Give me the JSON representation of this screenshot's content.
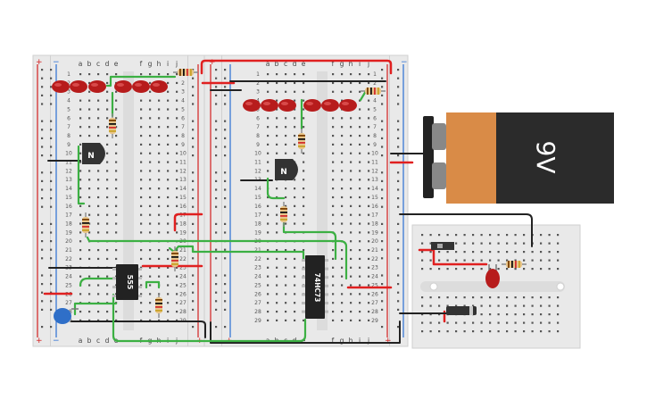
{
  "colors": {
    "board": "#e9e9e9",
    "board_divider": "#d8d8d8",
    "rail_red": "#d42020",
    "rail_blue": "#2a6fd4",
    "hole": "#555555",
    "wire_green": "#3cb043",
    "wire_black": "#222222",
    "wire_red": "#e02020",
    "led_red": "#b71c1c",
    "ic_body": "#222222",
    "battery_orange": "#d98b47",
    "battery_black": "#2b2b2b"
  },
  "breadboard_left": {
    "col_labels_left": [
      "a",
      "b",
      "c",
      "d",
      "e"
    ],
    "col_labels_right": [
      "f",
      "g",
      "h",
      "i",
      "j"
    ],
    "rail_plus": "+",
    "rail_minus": "−",
    "rows": [
      "1",
      "2",
      "3",
      "4",
      "5",
      "6",
      "7",
      "8",
      "9",
      "10",
      "11",
      "12",
      "13",
      "14",
      "15",
      "16",
      "17",
      "18",
      "19",
      "20",
      "21",
      "22",
      "23",
      "24",
      "25",
      "26",
      "27",
      "28",
      "29"
    ]
  },
  "breadboard_right": {
    "col_labels_left": [
      "a",
      "b",
      "c",
      "d",
      "e"
    ],
    "col_labels_right": [
      "f",
      "g",
      "h",
      "i",
      "j"
    ],
    "rail_plus": "+",
    "rail_minus": "−",
    "rows": [
      "1",
      "2",
      "3",
      "4",
      "5",
      "6",
      "7",
      "8",
      "9",
      "10",
      "11",
      "12",
      "13",
      "14",
      "15",
      "16",
      "17",
      "18",
      "19",
      "20",
      "21",
      "22",
      "23",
      "24",
      "25",
      "26",
      "27",
      "28",
      "29"
    ]
  },
  "components": {
    "timer_ic_label": "555",
    "flipflop_ic_label": "74HC73",
    "transistor_label_1": "N",
    "transistor_label_2": "N",
    "battery_label": "9V"
  }
}
